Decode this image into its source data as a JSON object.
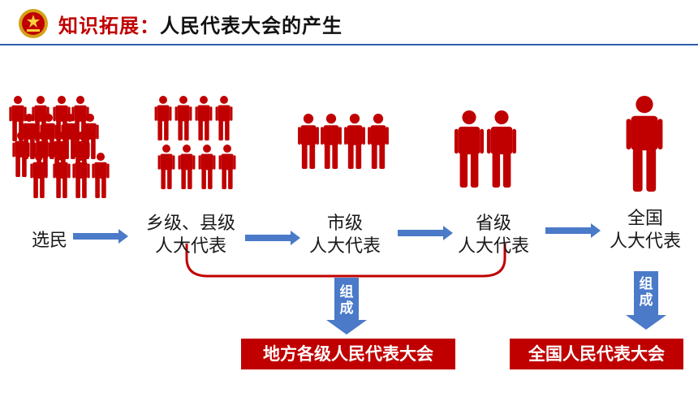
{
  "title": {
    "highlight": "知识拓展：",
    "rest": "人民代表大会的产生"
  },
  "colors": {
    "figure": "#c00000",
    "arrow": "#4a7ac8",
    "box": "#c00000",
    "rule": "#2f5da8"
  },
  "stages": [
    {
      "label_line1": "选民",
      "label_line2": ""
    },
    {
      "label_line1": "乡级、县级",
      "label_line2": "人大代表"
    },
    {
      "label_line1": "市级",
      "label_line2": "人大代表"
    },
    {
      "label_line1": "省级",
      "label_line2": "人大代表"
    },
    {
      "label_line1": "全国",
      "label_line2": "人大代表"
    }
  ],
  "compose_label": "组成",
  "results": {
    "local": "地方各级人民代表大会",
    "national": "全国人民代表大会"
  },
  "icons": {
    "emblem": "national-emblem-icon",
    "person": "person-icon"
  }
}
